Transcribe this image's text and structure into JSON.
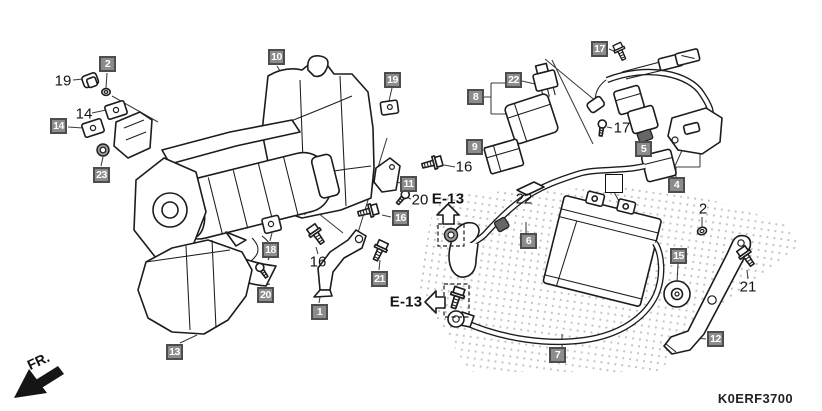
{
  "diagram_code": "K0ERF3700",
  "front_marker": "FR.",
  "references": {
    "e13_top": "E-13",
    "e13_left": "E-13"
  },
  "battery_callout": {
    "label": ""
  },
  "badges": {
    "1": {
      "label": "1"
    },
    "2": {
      "label": "2"
    },
    "4": {
      "label": "4"
    },
    "5": {
      "label": "5"
    },
    "6": {
      "label": "6"
    },
    "7": {
      "label": "7"
    },
    "8": {
      "label": "8"
    },
    "9": {
      "label": "9"
    },
    "10": {
      "label": "10"
    },
    "11": {
      "label": "11"
    },
    "12": {
      "label": "12"
    },
    "13": {
      "label": "13"
    },
    "14": {
      "label": "14"
    },
    "15": {
      "label": "15"
    },
    "16": {
      "label": "16"
    },
    "17": {
      "label": "17"
    },
    "18": {
      "label": "18"
    },
    "19": {
      "label": "19"
    },
    "20": {
      "label": "20"
    },
    "21": {
      "label": "21"
    },
    "22": {
      "label": "22"
    },
    "23": {
      "label": "23"
    }
  },
  "part_labels": {
    "l19": "19",
    "l14": "14",
    "l16_right": "16",
    "l20_top": "20",
    "l16_center": "16",
    "l17": "17",
    "l22": "22",
    "l2": "2",
    "l21": "21"
  },
  "colors": {
    "badge_bg": "#8c8c8c",
    "badge_border": "#4d4d4d",
    "badge_text": "#ffffff",
    "line_color": "#1c1c1c",
    "leader_color": "#3c3c3c",
    "halftone_color": "#c2c2c2",
    "background": "#ffffff",
    "callout_box_bg": "#ffffff",
    "callout_box_border": "#111111"
  }
}
